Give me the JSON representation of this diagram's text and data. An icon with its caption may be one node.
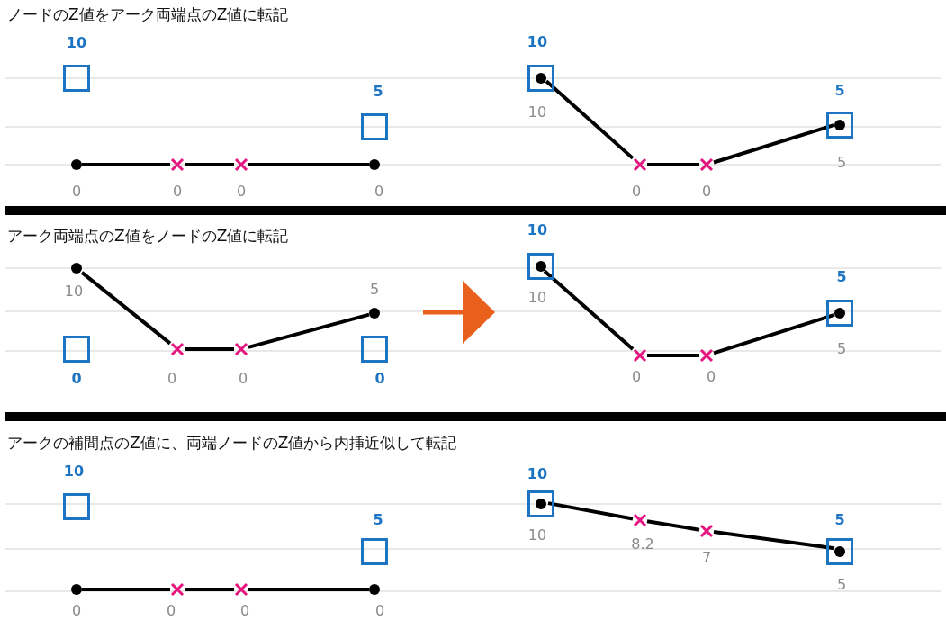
{
  "diagram": {
    "nodes": [
      {
        "text": [],
        "shape": "box",
        "beside": [
          "10"
        ]
      },
      {
        "text": [],
        "shape": "circle",
        "beside": [
          "0"
        ]
      },
      {
        "text": [],
        "shape": "cross",
        "beside": [
          "0"
        ]
      },
      {
        "text": [],
        "shape": "cross",
        "beside": [
          "0"
        ]
      },
      {
        "text": [],
        "shape": "box",
        "beside": [
          "5"
        ]
      },
      {
        "text": [],
        "shape": "circle",
        "beside": [
          "0"
        ]
      },
      {
        "text": [],
        "shape": "box",
        "beside": [
          "10"
        ]
      },
      {
        "text": [],
        "shape": "circle",
        "beside": [
          "10"
        ],
        "in": 6
      },
      {
        "text": [],
        "shape": "cross",
        "beside": [
          "0"
        ]
      },
      {
        "text": [],
        "shape": "cross",
        "beside": [
          "0"
        ]
      },
      {
        "text": [],
        "shape": "box",
        "beside": [
          "5"
        ]
      },
      {
        "text": [],
        "shape": "circle",
        "beside": [
          "5"
        ],
        "in": 10
      },
      {
        "text": [],
        "shape": "circle",
        "beside": [
          "10"
        ]
      },
      {
        "text": [],
        "shape": "box",
        "beside": [
          "0"
        ]
      },
      {
        "text": [],
        "shape": "cross",
        "beside": [
          "0"
        ]
      },
      {
        "text": [],
        "shape": "cross",
        "beside": [
          "0"
        ]
      },
      {
        "text": [],
        "shape": "circle",
        "beside": [
          "5"
        ]
      },
      {
        "text": [],
        "shape": "box",
        "beside": [
          "0"
        ]
      },
      {
        "text": [],
        "shape": "box",
        "beside": [
          "10"
        ]
      },
      {
        "text": [],
        "shape": "circle",
        "beside": [
          "10"
        ],
        "in": 18
      },
      {
        "text": [],
        "shape": "cross",
        "beside": [
          "0"
        ]
      },
      {
        "text": [],
        "shape": "cross",
        "beside": [
          "0"
        ]
      },
      {
        "text": [],
        "shape": "box",
        "beside": [
          "5"
        ]
      },
      {
        "text": [],
        "shape": "circle",
        "beside": [
          "5"
        ],
        "in": 22
      },
      {
        "text": [],
        "shape": "box",
        "beside": [
          "10"
        ]
      },
      {
        "text": [],
        "shape": "circle",
        "beside": [
          "0"
        ]
      },
      {
        "text": [],
        "shape": "cross",
        "beside": [
          "0"
        ]
      },
      {
        "text": [],
        "shape": "cross",
        "beside": [
          "0"
        ]
      },
      {
        "text": [],
        "shape": "box",
        "beside": [
          "5"
        ]
      },
      {
        "text": [],
        "shape": "circle",
        "beside": [
          "0"
        ]
      },
      {
        "text": [],
        "shape": "box",
        "beside": [
          "10"
        ]
      },
      {
        "text": [],
        "shape": "circle",
        "beside": [
          "10"
        ],
        "in": 30
      },
      {
        "text": [],
        "shape": "cross",
        "beside": [
          "8.2"
        ]
      },
      {
        "text": [],
        "shape": "cross",
        "beside": [
          "7"
        ]
      },
      {
        "text": [],
        "shape": "box",
        "beside": [
          "5"
        ]
      },
      {
        "text": [],
        "shape": "circle",
        "beside": [
          "5"
        ],
        "in": 34
      }
    ],
    "edges": [
      {
        "from": 1,
        "to": 2,
        "arrow": "none"
      },
      {
        "from": 2,
        "to": 3,
        "arrow": "none"
      },
      {
        "from": 3,
        "to": 5,
        "arrow": "none"
      },
      {
        "from": 7,
        "to": 8,
        "arrow": "none"
      },
      {
        "from": 8,
        "to": 9,
        "arrow": "none"
      },
      {
        "from": 9,
        "to": 11,
        "arrow": "none"
      },
      {
        "from": 12,
        "to": 14,
        "arrow": "none"
      },
      {
        "from": 14,
        "to": 15,
        "arrow": "none"
      },
      {
        "from": 15,
        "to": 16,
        "arrow": "none"
      },
      {
        "from": 19,
        "to": 20,
        "arrow": "none"
      },
      {
        "from": 20,
        "to": 21,
        "arrow": "none"
      },
      {
        "from": 21,
        "to": 23,
        "arrow": "none"
      },
      {
        "from": 25,
        "to": 26,
        "arrow": "none"
      },
      {
        "from": 26,
        "to": 27,
        "arrow": "none"
      },
      {
        "from": 27,
        "to": 29,
        "arrow": "none"
      },
      {
        "from": 31,
        "to": 32,
        "arrow": "none"
      },
      {
        "from": 32,
        "to": 33,
        "arrow": "none"
      },
      {
        "from": 33,
        "to": 35,
        "arrow": "none"
      }
    ],
    "labels": [
      "ノードのZ値をアーク両端点のZ値に転記",
      "アーク両端点のZ値をノードのZ値に転記",
      "アークの補間点のZ値に、両端ノードのZ値から内挿近似して転記"
    ]
  }
}
